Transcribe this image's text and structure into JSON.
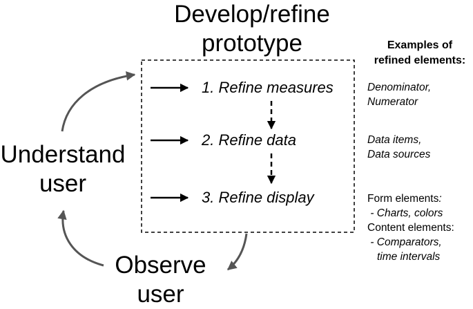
{
  "title": {
    "line1": "Develop/refine",
    "line2": "prototype"
  },
  "understand": {
    "line1": "Understand",
    "line2": "user"
  },
  "observe": {
    "line1": "Observe",
    "line2": "user"
  },
  "steps": [
    {
      "label": "1. Refine measures"
    },
    {
      "label": "2. Refine data"
    },
    {
      "label": "3. Refine display"
    }
  ],
  "examples": {
    "header_line1": "Examples of",
    "header_line2": "refined elements:",
    "measures_line1": "Denominator,",
    "measures_line2": "Numerator",
    "data_line1": "Data items,",
    "data_line2": "Data sources",
    "display_form": "Form elements",
    "display_form_colon": ":",
    "display_form_sub": " - Charts, colors",
    "display_content": "Content elements:",
    "display_content_sub1": " - Comparators,",
    "display_content_sub2": "time intervals"
  },
  "colors": {
    "cycle_arrow": "#555555",
    "step_arrow": "#000000",
    "box_border": "#000000"
  }
}
